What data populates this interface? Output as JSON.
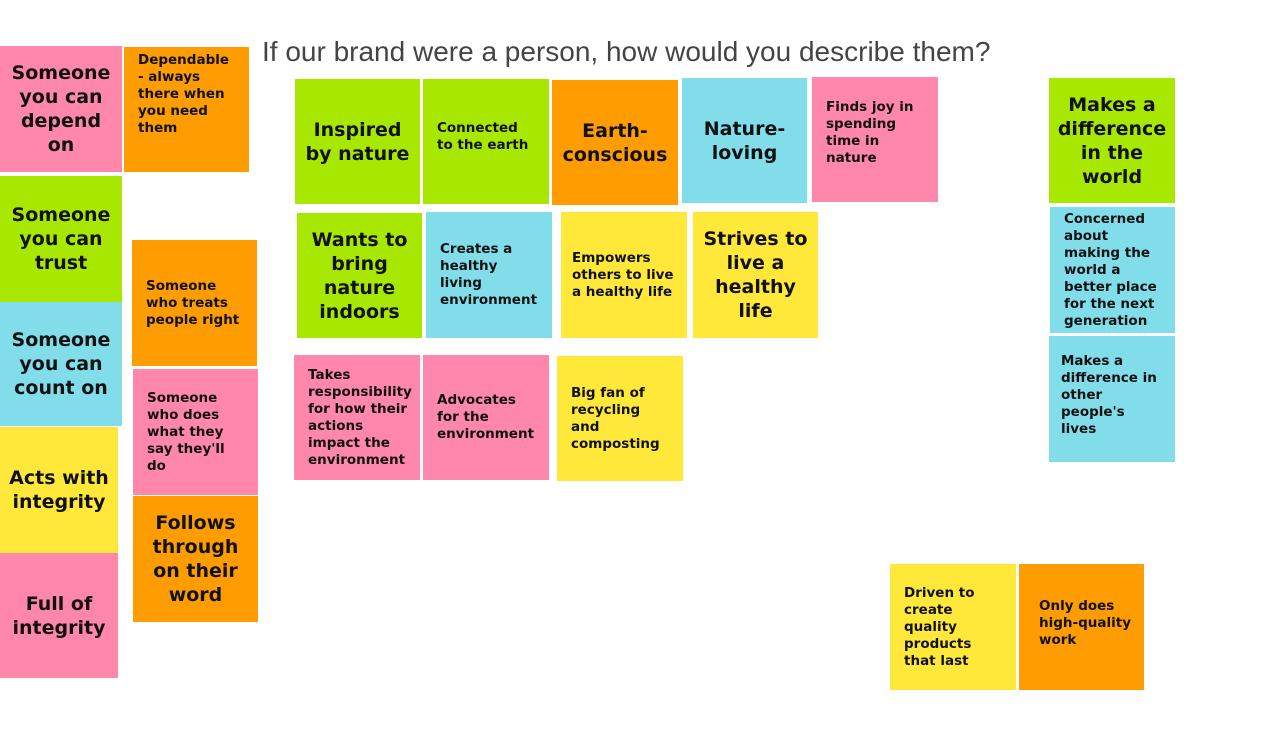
{
  "title": "If our brand were a person, how would you describe them?",
  "colors": {
    "green": "#a8e700",
    "orange": "#ff9c00",
    "blue": "#80dde9",
    "pink": "#ff87ab",
    "yellow": "#ffe83a"
  },
  "notes": {
    "someone_depend": "Someone you can depend on",
    "dependable": "Dependable - always there when you need them",
    "someone_trust": "Someone you can trust",
    "treats_people": "Someone who treats people right",
    "someone_count": "Someone you can count on",
    "does_what_say": "Someone who does what they say they'll do",
    "acts_integrity": "Acts with integrity",
    "follows_through": "Follows through on their word",
    "full_integrity": "Full of integrity",
    "inspired_nature": "Inspired by nature",
    "connected_earth": "Connected to the earth",
    "earth_conscious": "Earth-conscious",
    "nature_loving": "Nature-loving",
    "finds_joy": "Finds joy in spending time in nature",
    "wants_bring": "Wants to bring nature indoors",
    "creates_healthy": "Creates a healthy living environment",
    "empowers_others": "Empowers others to live a healthy life",
    "strives_healthy": "Strives to live a healthy life",
    "takes_responsibility": "Takes responsibility for how their actions impact the environment",
    "advocates_env": "Advocates for the environment",
    "big_fan": "Big fan of recycling and composting",
    "makes_difference_world": "Makes a difference in the world",
    "concerned_making": "Concerned about making the world a better place for the next generation",
    "makes_difference_lives": "Makes a difference in other people's lives",
    "driven_quality": "Driven to create quality products that last",
    "only_quality": "Only does high-quality work"
  }
}
